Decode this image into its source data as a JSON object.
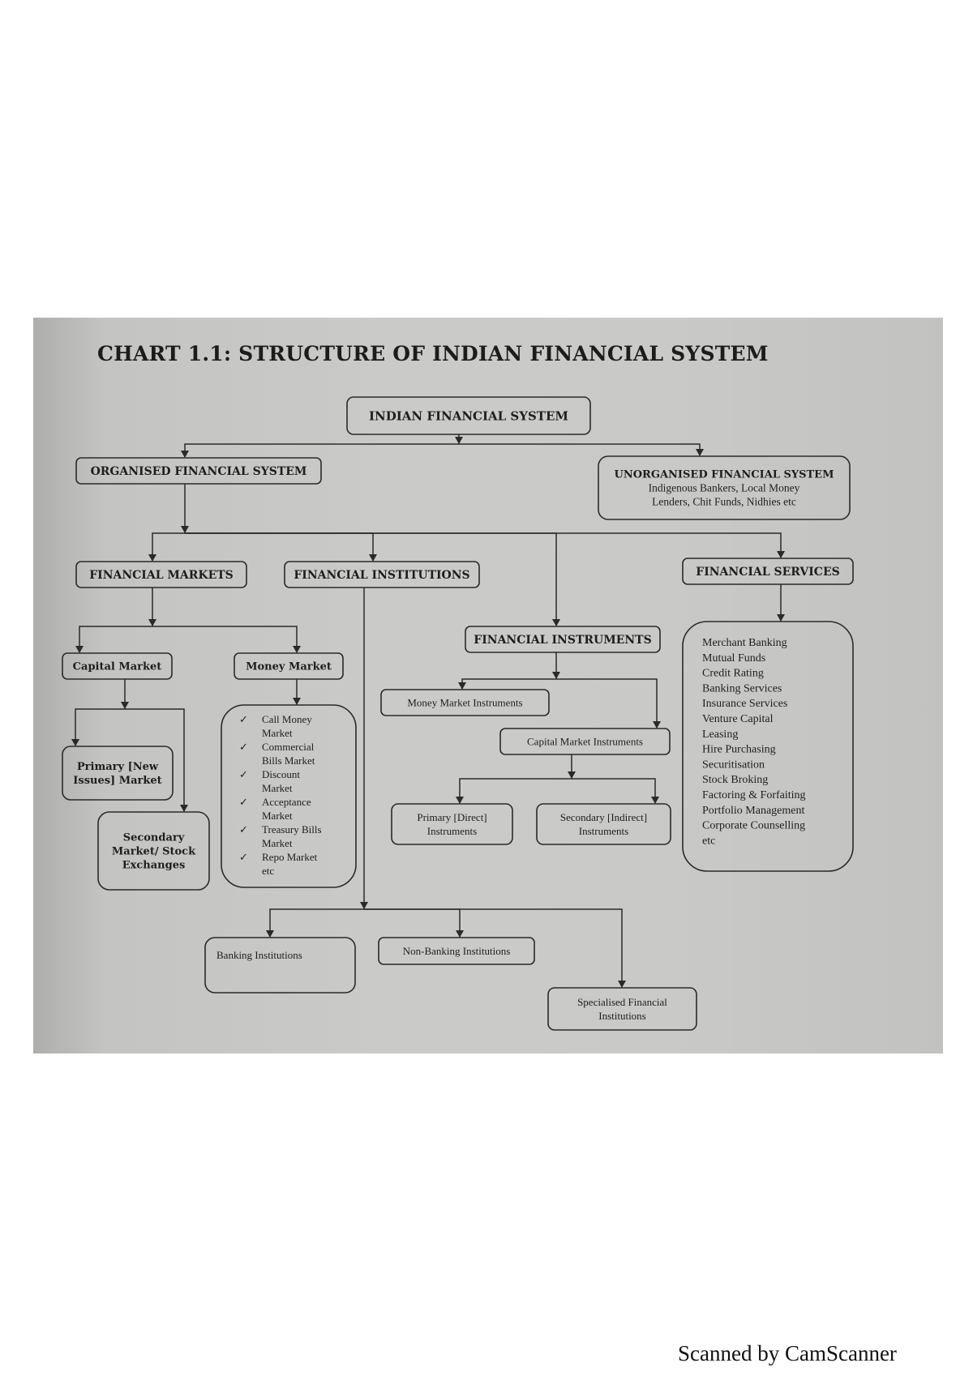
{
  "title": "CHART 1.1: STRUCTURE OF INDIAN FINANCIAL SYSTEM",
  "footer": "Scanned by CamScanner",
  "colors": {
    "page": "#ffffff",
    "paper": "#c8c8c6",
    "ink": "#1e1e1e"
  },
  "nodes": {
    "root": {
      "lines": [
        "INDIAN FINANCIAL SYSTEM"
      ],
      "style": "bold"
    },
    "organised": {
      "lines": [
        "ORGANISED FINANCIAL SYSTEM"
      ],
      "style": "bold"
    },
    "unorganised": {
      "lines": [
        "UNORGANISED FINANCIAL SYSTEM",
        "Indigenous Bankers, Local Money",
        "Lenders, Chit Funds, Nidhies etc"
      ],
      "style": "mixed"
    },
    "markets": {
      "lines": [
        "FINANCIAL MARKETS"
      ],
      "style": "bold"
    },
    "institutions": {
      "lines": [
        "FINANCIAL INSTITUTIONS"
      ],
      "style": "bold"
    },
    "instruments": {
      "lines": [
        "FINANCIAL INSTRUMENTS"
      ],
      "style": "bold"
    },
    "services": {
      "lines": [
        "FINANCIAL SERVICES"
      ],
      "style": "bold"
    },
    "capital_market": {
      "lines": [
        "Capital Market"
      ],
      "style": "bold"
    },
    "money_market": {
      "lines": [
        "Money Market"
      ],
      "style": "bold"
    },
    "primary_market": {
      "lines": [
        "Primary [New",
        "Issues] Market"
      ],
      "style": "bold"
    },
    "secondary_market": {
      "lines": [
        "Secondary",
        "Market/ Stock",
        "Exchanges"
      ],
      "style": "bold"
    },
    "money_market_list": {
      "style": "checklist",
      "items": [
        [
          "Call Money",
          "Market"
        ],
        [
          "Commercial",
          "Bills Market"
        ],
        [
          "Discount",
          "Market"
        ],
        [
          "Acceptance",
          "Market"
        ],
        [
          "Treasury Bills",
          "Market"
        ],
        [
          "Repo Market",
          "etc"
        ]
      ]
    },
    "money_market_instruments": {
      "lines": [
        "Money Market Instruments"
      ],
      "style": "plain"
    },
    "capital_market_instruments": {
      "lines": [
        "Capital Market Instruments"
      ],
      "style": "plain"
    },
    "primary_instruments": {
      "lines": [
        "Primary [Direct]",
        "Instruments"
      ],
      "style": "plain"
    },
    "secondary_instruments": {
      "lines": [
        "Secondary [Indirect]",
        "Instruments"
      ],
      "style": "plain"
    },
    "services_list": {
      "style": "list",
      "items": [
        "Merchant Banking",
        "Mutual Funds",
        "Credit Rating",
        "Banking Services",
        "Insurance Services",
        "Venture Capital",
        "Leasing",
        "Hire Purchasing",
        "Securitisation",
        "Stock Broking",
        "Factoring & Forfaiting",
        "Portfolio Management",
        "Corporate Counselling",
        "etc"
      ]
    },
    "banking": {
      "lines": [
        "Banking Institutions"
      ],
      "style": "plain"
    },
    "non_banking": {
      "lines": [
        "Non-Banking Institutions"
      ],
      "style": "plain"
    },
    "specialised": {
      "lines": [
        "Specialised Financial",
        "Institutions"
      ],
      "style": "plain"
    }
  },
  "edges": [
    [
      "root",
      "organised"
    ],
    [
      "root",
      "unorganised"
    ],
    [
      "organised",
      "markets"
    ],
    [
      "organised",
      "institutions"
    ],
    [
      "organised",
      "instruments"
    ],
    [
      "organised",
      "services"
    ],
    [
      "markets",
      "capital_market"
    ],
    [
      "markets",
      "money_market"
    ],
    [
      "capital_market",
      "primary_market"
    ],
    [
      "capital_market",
      "secondary_market"
    ],
    [
      "money_market",
      "money_market_list"
    ],
    [
      "instruments",
      "money_market_instruments"
    ],
    [
      "instruments",
      "capital_market_instruments"
    ],
    [
      "capital_market_instruments",
      "primary_instruments"
    ],
    [
      "capital_market_instruments",
      "secondary_instruments"
    ],
    [
      "services",
      "services_list"
    ],
    [
      "institutions",
      "banking"
    ],
    [
      "institutions",
      "non_banking"
    ],
    [
      "institutions",
      "specialised"
    ]
  ]
}
